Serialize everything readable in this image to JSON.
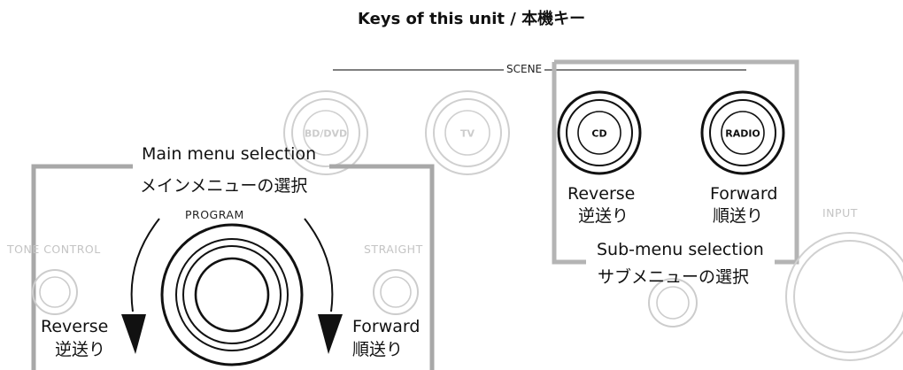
{
  "title": "Keys of this unit / 本機キー",
  "scene_label": "SCENE",
  "program_label": "PROGRAM",
  "panel_labels": {
    "tone_control": "TONE CONTROL",
    "straight": "STRAIGHT",
    "input": "INPUT"
  },
  "buttons": {
    "bd_dvd": "BD/DVD",
    "tv": "TV",
    "cd": "CD",
    "radio": "RADIO"
  },
  "main_menu": {
    "label_en": "Main menu selection",
    "label_jp": "メインメニューの選択",
    "reverse_en": "Reverse",
    "reverse_jp": "逆送り",
    "forward_en": "Forward",
    "forward_jp": "順送り"
  },
  "sub_menu": {
    "label_en": "Sub-menu selection",
    "label_jp": "サブメニューの選択",
    "reverse_en": "Reverse",
    "reverse_jp": "逆送り",
    "forward_en": "Forward",
    "forward_jp": "順送り"
  },
  "colors": {
    "faded": "#c8c8c8",
    "dark": "#111111",
    "frame": "#b0b0b0"
  }
}
